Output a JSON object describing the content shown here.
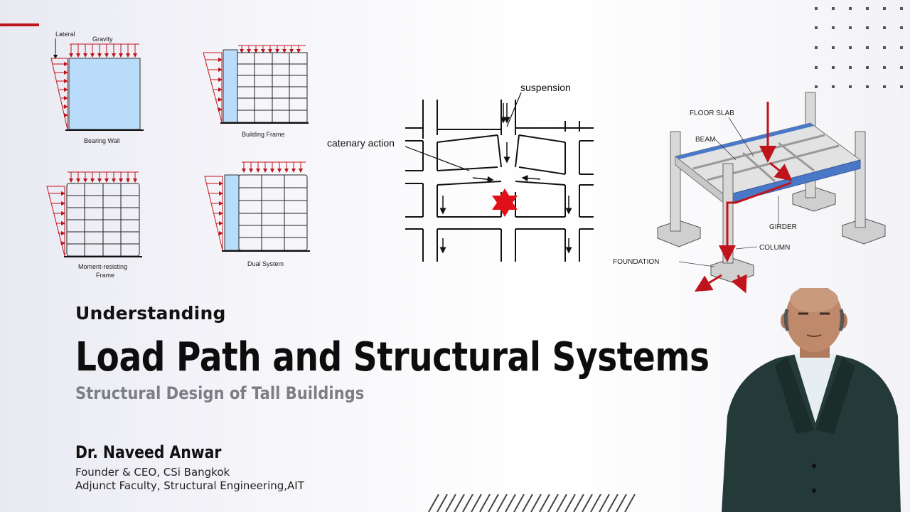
{
  "title": {
    "eyebrow": "Understanding",
    "main": "Load Path and Structural Systems",
    "subtitle": "Structural Design of Tall Buildings"
  },
  "author": {
    "name": "Dr. Naveed Anwar",
    "role1": "Founder & CEO, CSi Bangkok",
    "role2": "Adjunct Faculty, Structural Engineering,AIT"
  },
  "systems_diagram": {
    "lateral_label": "Lateral",
    "gravity_label": "Gravity",
    "panels": [
      "Bearing Wall",
      "Building Frame",
      "Moment-resisting",
      "Frame",
      "Dual System"
    ]
  },
  "catenary_diagram": {
    "suspension_label": "suspension",
    "catenary_label": "catenary action"
  },
  "frame3d_diagram": {
    "labels": [
      "FLOOR SLAB",
      "BEAM",
      "GIRDER",
      "COLUMN",
      "FOUNDATION"
    ]
  },
  "colors": {
    "accent_red": "#c0141c",
    "slab_blue": "#4a78c8",
    "wall_blue": "#b8dcfa"
  }
}
